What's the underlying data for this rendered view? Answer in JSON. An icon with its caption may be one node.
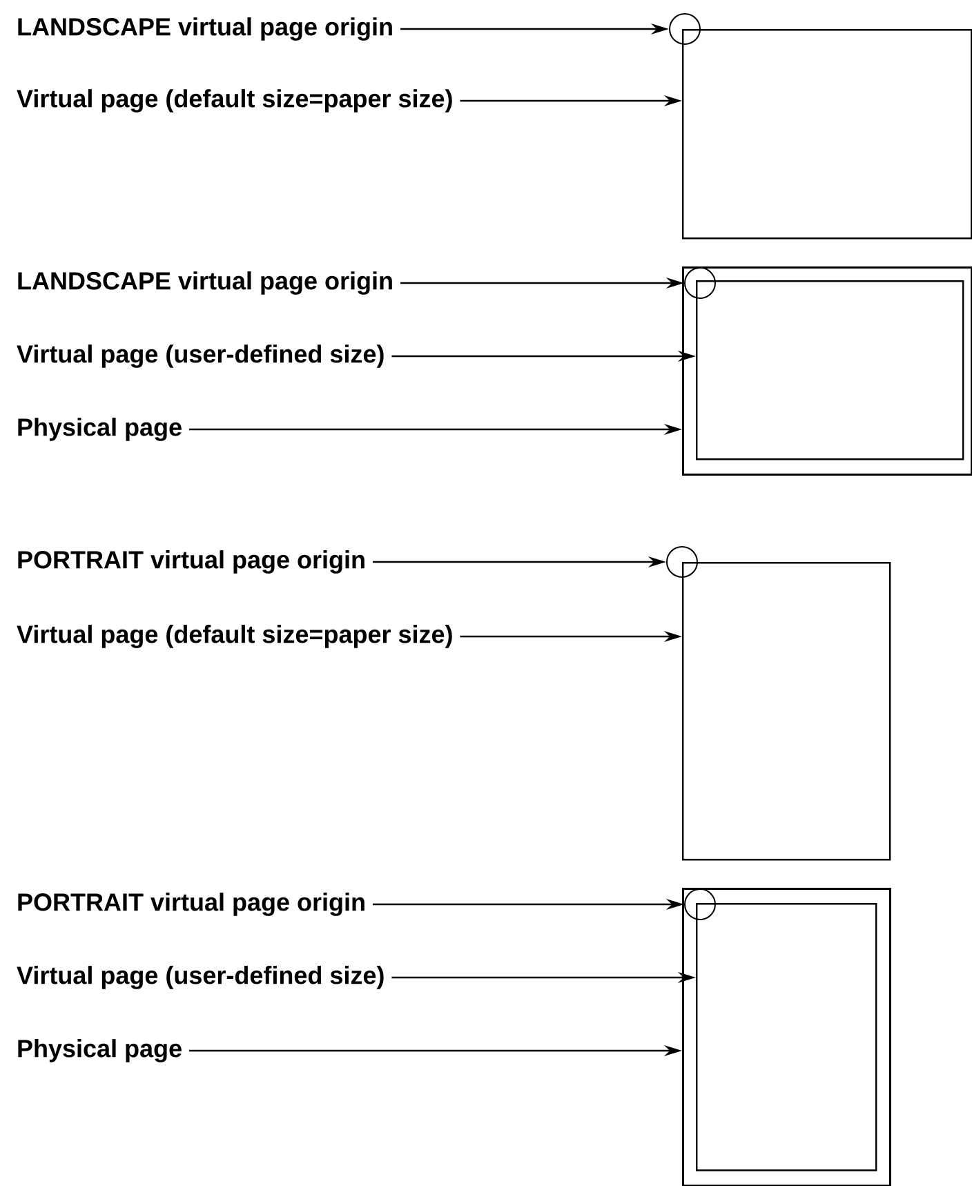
{
  "diagram": {
    "nodes": [
      {
        "text": [
          "LANDSCAPE virtual page origin"
        ]
      },
      {
        "text": [
          "Virtual page (default size=paper size)"
        ]
      },
      {
        "text": [],
        "shape": "box"
      },
      {
        "text": [],
        "shape": "circle"
      },
      {
        "text": [
          "LANDSCAPE virtual page origin"
        ]
      },
      {
        "text": [
          "Virtual page (user-defined size)"
        ]
      },
      {
        "text": [
          "Physical page"
        ]
      },
      {
        "text": [],
        "shape": "box"
      },
      {
        "text": [],
        "shape": "box",
        "in": 7
      },
      {
        "text": [],
        "shape": "circle",
        "in": 7
      },
      {
        "text": [
          "PORTRAIT virtual page origin"
        ]
      },
      {
        "text": [
          "Virtual page (default size=paper size)"
        ]
      },
      {
        "text": [],
        "shape": "box"
      },
      {
        "text": [],
        "shape": "circle"
      },
      {
        "text": [
          "PORTRAIT virtual page origin"
        ]
      },
      {
        "text": [
          "Virtual page (user-defined size)"
        ]
      },
      {
        "text": [
          "Physical page"
        ]
      },
      {
        "text": [],
        "shape": "box"
      },
      {
        "text": [],
        "shape": "box",
        "in": 17
      },
      {
        "text": [],
        "shape": "circle",
        "in": 17
      }
    ],
    "edges": [
      {
        "from": 0,
        "to": 3,
        "arrow": "to"
      },
      {
        "from": 1,
        "to": 2,
        "arrow": "to"
      },
      {
        "from": 4,
        "to": 9,
        "arrow": "to"
      },
      {
        "from": 5,
        "to": 8,
        "arrow": "to"
      },
      {
        "from": 6,
        "to": 7,
        "arrow": "to"
      },
      {
        "from": 10,
        "to": 13,
        "arrow": "to"
      },
      {
        "from": 11,
        "to": 12,
        "arrow": "to"
      },
      {
        "from": 14,
        "to": 19,
        "arrow": "to"
      },
      {
        "from": 15,
        "to": 18,
        "arrow": "to"
      },
      {
        "from": 16,
        "to": 17,
        "arrow": "to"
      }
    ]
  }
}
